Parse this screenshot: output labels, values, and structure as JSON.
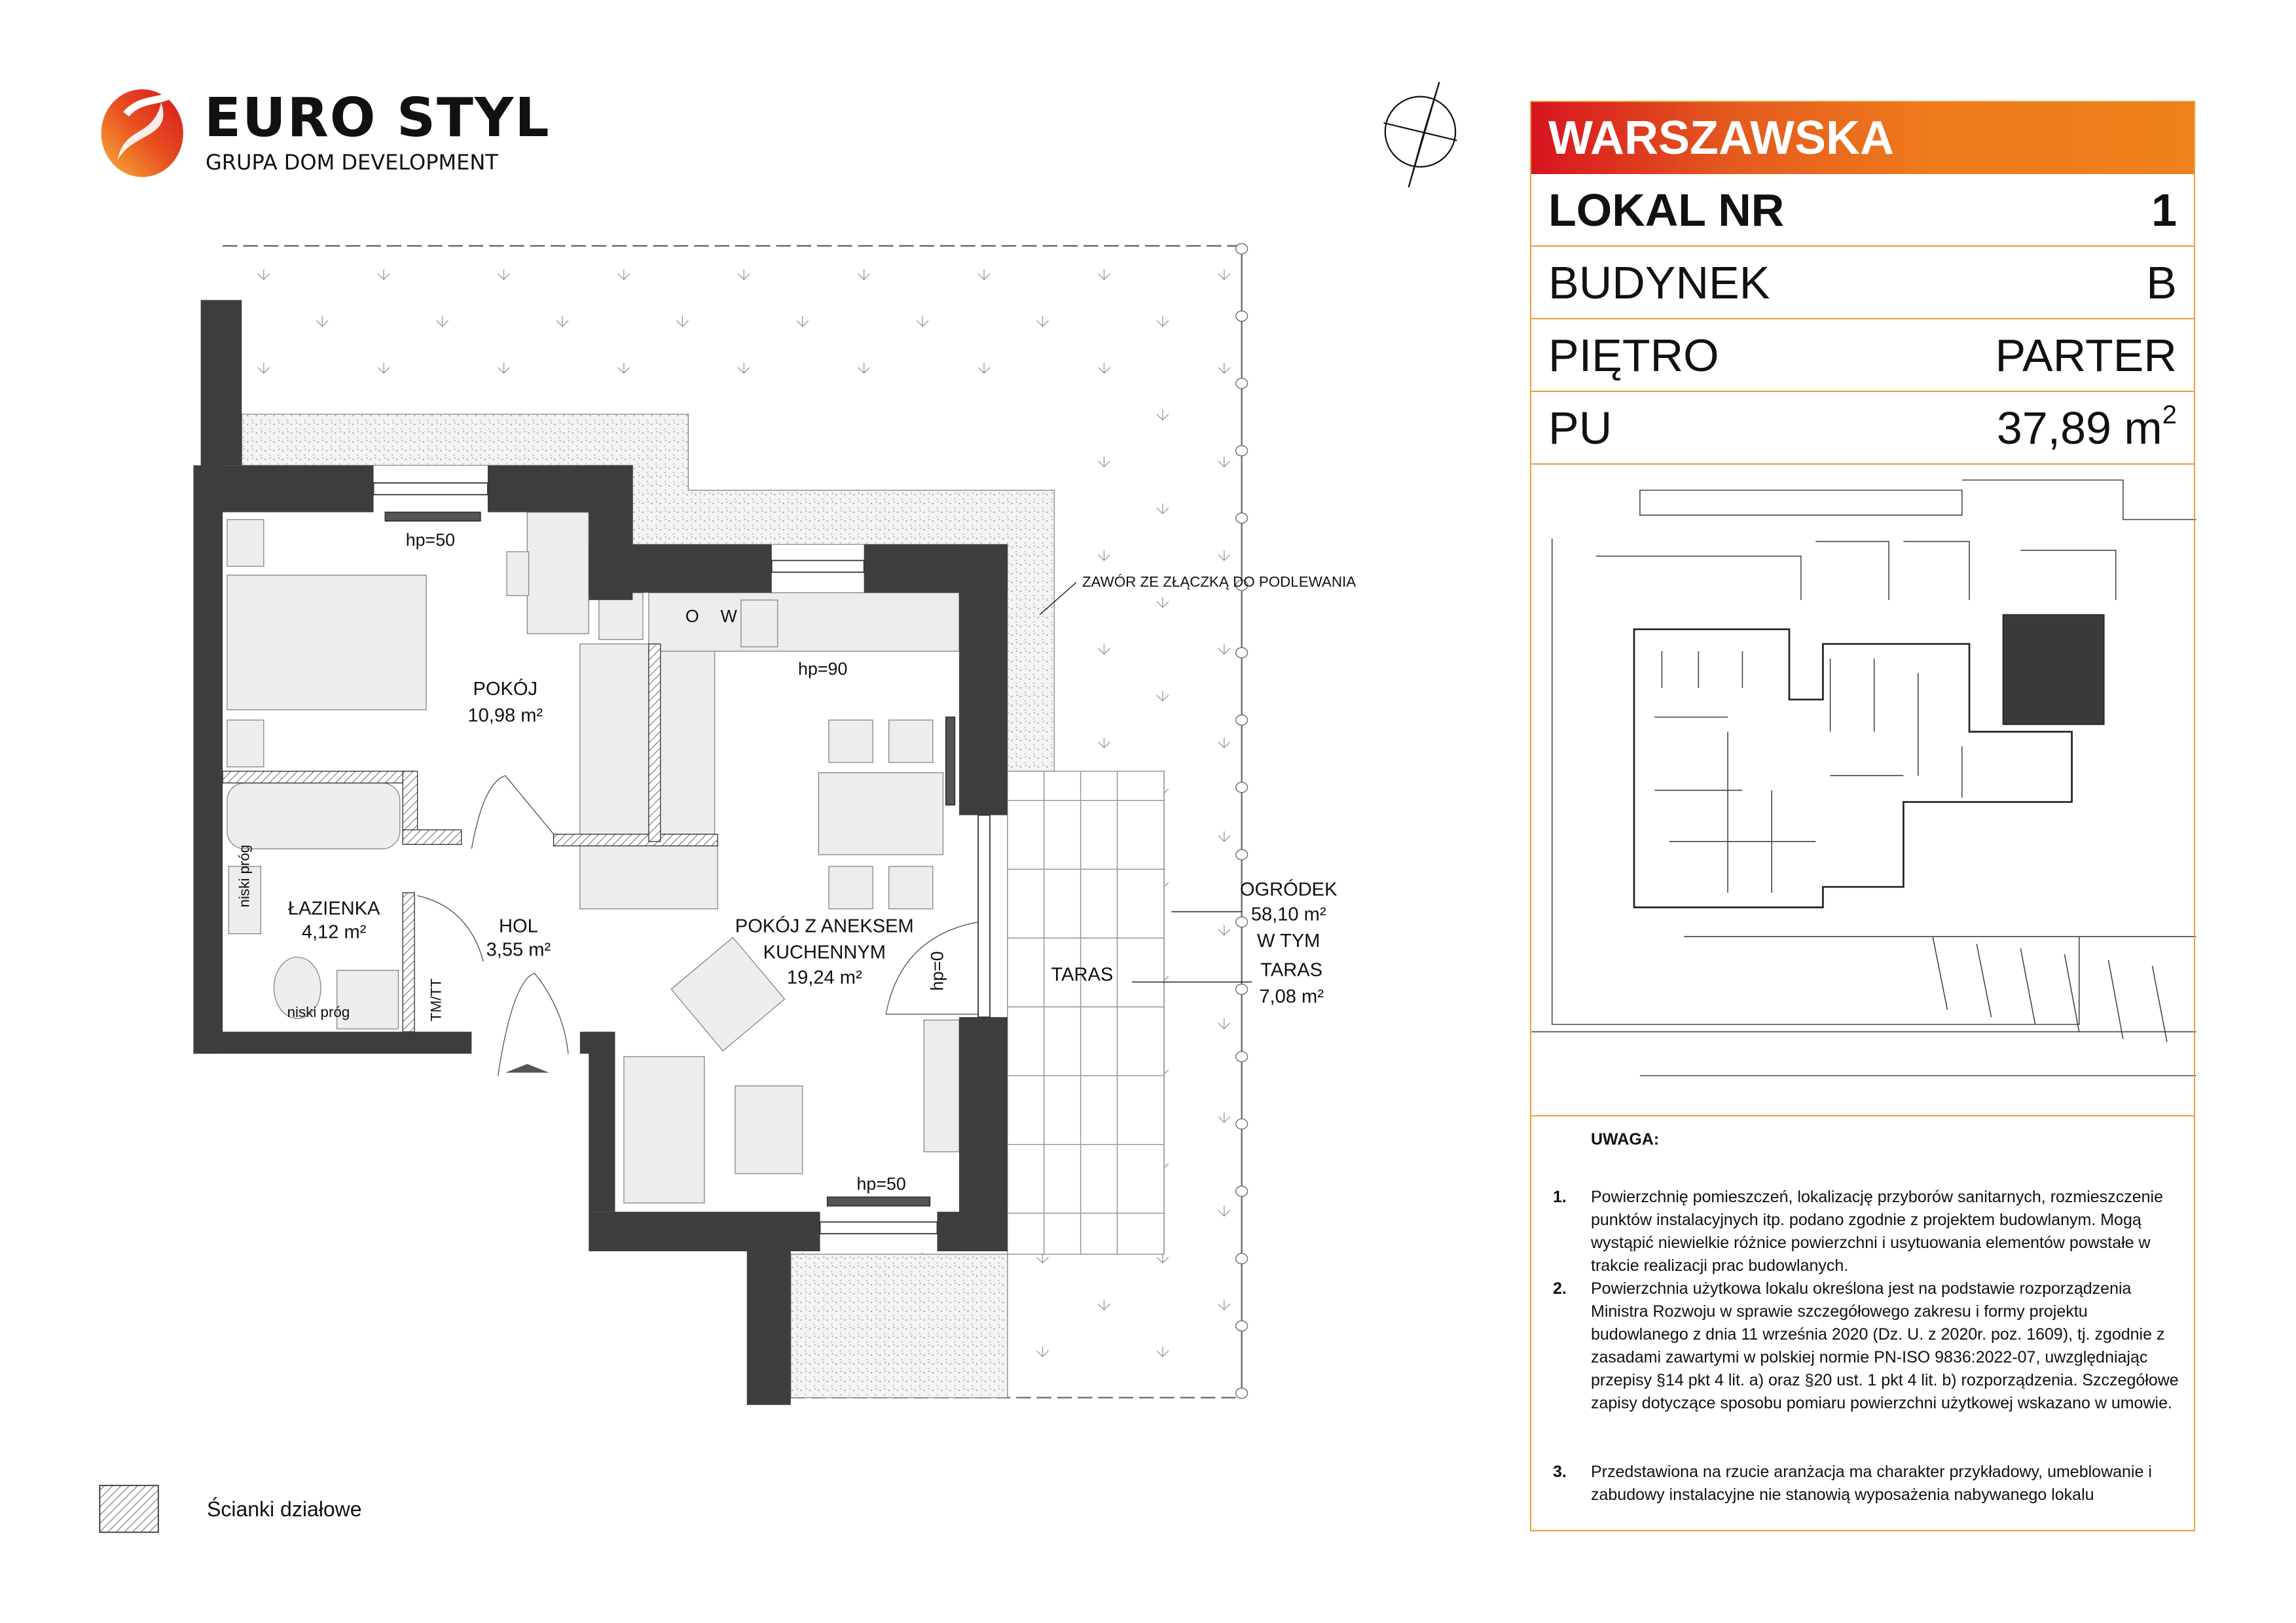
{
  "brand": {
    "name": "EURO STYL",
    "subtitle": "GRUPA DOM DEVELOPMENT"
  },
  "info": {
    "investment": "WARSZAWSKA",
    "rows": [
      {
        "label": "LOKAL NR",
        "value": "1"
      },
      {
        "label": "BUDYNEK",
        "value": "B"
      },
      {
        "label": "PIĘTRO",
        "value": "PARTER"
      },
      {
        "label": "PU",
        "value": "37,89 m",
        "unit_sup": "2"
      }
    ]
  },
  "rooms": {
    "pokoj": {
      "name": "POKÓJ",
      "area": "10,98 m²"
    },
    "lazienka": {
      "name": "ŁAZIENKA",
      "area": "4,12 m²"
    },
    "hol": {
      "name": "HOL",
      "area": "3,55 m²"
    },
    "salon": {
      "name_1": "POKÓJ Z ANEKSEM",
      "name_2": "KUCHENNYM",
      "area": "19,24 m²"
    },
    "taras": {
      "name": "TARAS"
    }
  },
  "garden": {
    "name": "OGRÓDEK",
    "area": "58,10 m²",
    "incl": "W TYM",
    "terrace": "TARAS",
    "terrace_area": "7,08 m²"
  },
  "annotations": {
    "hp_bedroom": "hp=50",
    "hp_kitchen": "hp=90",
    "hp_door": "hp=0",
    "hp_living": "hp=50",
    "o": "O",
    "w": "W",
    "low_threshold": "niski próg",
    "low_threshold_2": "niski próg",
    "tmtt": "TM/TT",
    "valve": "ZAWÓR ZE ZŁĄCZKĄ DO PODLEWANIA"
  },
  "legend": {
    "partition_walls": "Ścianki działowe"
  },
  "notes": {
    "title": "UWAGA:",
    "items": [
      {
        "num": "1.",
        "text": "Powierzchnię pomieszczeń, lokalizację przyborów sanitarnych, rozmieszczenie punktów instalacyjnych itp. podano zgodnie z projektem budowlanym. Mogą wystąpić niewielkie różnice powierzchni i usytuowania elementów powstałe w trakcie realizacji prac budowlanych."
      },
      {
        "num": "2.",
        "text": "Powierzchnia użytkowa lokalu określona jest na podstawie rozporządzenia Ministra Rozwoju w sprawie szczegółowego zakresu i formy projektu budowlanego z dnia 11 września 2020 (Dz. U. z 2020r. poz. 1609), tj. zgodnie z zasadami zawartymi w polskiej normie PN-ISO 9836:2022-07, uwzględniając przepisy §14 pkt 4 lit. a) oraz §20 ust. 1 pkt 4 lit. b) rozporządzenia. Szczegółowe zapisy dotyczące sposobu pomiaru powierzchni użytkowej wskazano w umowie."
      },
      {
        "num": "3.",
        "text": "Przedstawiona na rzucie aranżacja ma charakter przykładowy, umeblowanie i zabudowy instalacyjne nie stanowią wyposażenia nabywanego lokalu"
      }
    ]
  },
  "colors": {
    "wall": "#3d3d3d",
    "accent_red": "#d7141f",
    "accent_orange": "#ef821c",
    "border": "#e8a13a",
    "highlight_unit": "#3a3a3a"
  }
}
